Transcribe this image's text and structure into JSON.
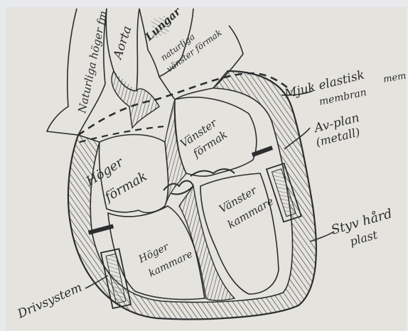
{
  "diagram": {
    "labels": {
      "natural_right_atrium": "Naturliga höger fm",
      "aorta": "Aorta",
      "pulmonary": "Lungar",
      "natural_left_atrium_line1": "naturliga",
      "natural_left_atrium_line2": "vänster förmak",
      "soft_membrane_line1": "Mjuk elastisk",
      "soft_membrane_cut": "mem",
      "soft_membrane_line2": "membran",
      "av_plane_line1": "Av-plan",
      "av_plane_line2": "(metall)",
      "right_atrium_line1": "Höger",
      "right_atrium_line2": "förmak",
      "left_atrium_line1": "Vänster",
      "left_atrium_line2": "förmak",
      "right_ventricle_line1": "Höger",
      "right_ventricle_line2": "kammare",
      "left_ventricle_line1": "Vänster",
      "left_ventricle_line2": "kammare",
      "hard_plastic_line1": "Styv hård",
      "hard_plastic_line2": "plast",
      "drive_system": "Drivsystem"
    },
    "colors": {
      "ink": "#2d2d2f",
      "paper": "#e4e3de",
      "background": "#e9eaee"
    }
  }
}
